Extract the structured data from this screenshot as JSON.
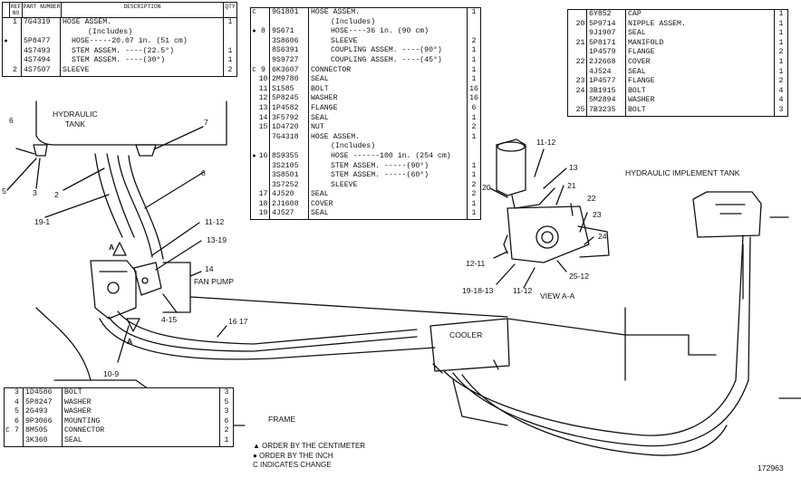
{
  "table_main": {
    "headers": {
      "ref": "REF NO",
      "part": "PART NUMBER",
      "desc": "DESCRIPTION",
      "qty": "QTY"
    },
    "rows": [
      {
        "mark": "",
        "ref": "1",
        "part": "7G4319",
        "desc": "HOSE ASSEM.",
        "qty": "1"
      },
      {
        "mark": "",
        "ref": "",
        "part": "",
        "desc": "(Includes)",
        "qty": ""
      },
      {
        "mark": "●",
        "ref": "",
        "part": "5P8477",
        "desc": "HOSE-----20.07 in. (51 cm)",
        "qty": ""
      },
      {
        "mark": "",
        "ref": "",
        "part": "4S7493",
        "desc": "STEM ASSEM. ----(22.5°)",
        "qty": "1"
      },
      {
        "mark": "",
        "ref": "",
        "part": "4S7494",
        "desc": "STEM ASSEM. ----(30°)",
        "qty": "1"
      },
      {
        "mark": "",
        "ref": "2",
        "part": "4S7507",
        "desc": "SLEEVE",
        "qty": "2"
      }
    ]
  },
  "table_center": {
    "rows": [
      {
        "mark": "C",
        "ref": "",
        "part": "9G1801",
        "desc": "HOSE ASSEM.",
        "qty": "1"
      },
      {
        "mark": "",
        "ref": "",
        "part": "",
        "desc": "(Includes)",
        "qty": ""
      },
      {
        "mark": "●",
        "ref": "8",
        "part": "9S671",
        "desc": "HOSE----36 in. (90 cm)",
        "qty": ""
      },
      {
        "mark": "",
        "ref": "",
        "part": "3S8606",
        "desc": "SLEEVE",
        "qty": "2"
      },
      {
        "mark": "",
        "ref": "",
        "part": "8S6391",
        "desc": "COUPLING ASSEM. ----(90°)",
        "qty": "1"
      },
      {
        "mark": "",
        "ref": "",
        "part": "9S9727",
        "desc": "COUPLING ASSEM. ----(45°)",
        "qty": "1"
      },
      {
        "mark": "C",
        "ref": "9",
        "part": "6K3607",
        "desc": "CONNECTOR",
        "qty": "1"
      },
      {
        "mark": "",
        "ref": "10",
        "part": "2M9780",
        "desc": "SEAL",
        "qty": "1"
      },
      {
        "mark": "",
        "ref": "11",
        "part": "S1585",
        "desc": "BOLT",
        "qty": "16"
      },
      {
        "mark": "",
        "ref": "12",
        "part": "5P8245",
        "desc": "WASHER",
        "qty": "16"
      },
      {
        "mark": "",
        "ref": "13",
        "part": "1P4582",
        "desc": "FLANGE",
        "qty": "6"
      },
      {
        "mark": "",
        "ref": "14",
        "part": "3F5792",
        "desc": "SEAL",
        "qty": "1"
      },
      {
        "mark": "",
        "ref": "15",
        "part": "1D4720",
        "desc": "NUT",
        "qty": "2"
      },
      {
        "mark": "",
        "ref": "",
        "part": "7G4318",
        "desc": "HOSE ASSEM.",
        "qty": "1"
      },
      {
        "mark": "",
        "ref": "",
        "part": "",
        "desc": "(Includes)",
        "qty": ""
      },
      {
        "mark": "●",
        "ref": "16",
        "part": "8S9355",
        "desc": "HOSE ------100 in. (254 cm)",
        "qty": ""
      },
      {
        "mark": "",
        "ref": "",
        "part": "3S2105",
        "desc": "STEM ASSEM. -----(90°)",
        "qty": "1"
      },
      {
        "mark": "",
        "ref": "",
        "part": "3S8501",
        "desc": "STEM ASSEM. -----(60°)",
        "qty": "1"
      },
      {
        "mark": "",
        "ref": "",
        "part": "3S7252",
        "desc": "SLEEVE",
        "qty": "2"
      },
      {
        "mark": "",
        "ref": "17",
        "part": "4J520",
        "desc": "SEAL",
        "qty": "2"
      },
      {
        "mark": "",
        "ref": "18",
        "part": "2J1608",
        "desc": "COVER",
        "qty": "1"
      },
      {
        "mark": "",
        "ref": "19",
        "part": "4J527",
        "desc": "SEAL",
        "qty": "1"
      }
    ]
  },
  "table_right": {
    "rows": [
      {
        "mark": "",
        "ref": "",
        "part": "6Y852",
        "desc": "CAP",
        "qty": "1"
      },
      {
        "mark": "",
        "ref": "20",
        "part": "5P9714",
        "desc": "NIPPLE ASSEM.",
        "qty": "1"
      },
      {
        "mark": "",
        "ref": "",
        "part": "9J1907",
        "desc": "SEAL",
        "qty": "1"
      },
      {
        "mark": "",
        "ref": "21",
        "part": "5P8171",
        "desc": "MANIFOLD",
        "qty": "1"
      },
      {
        "mark": "",
        "ref": "",
        "part": "1P4579",
        "desc": "FLANGE",
        "qty": "2"
      },
      {
        "mark": "",
        "ref": "22",
        "part": "2J2668",
        "desc": "COVER",
        "qty": "1"
      },
      {
        "mark": "",
        "ref": "",
        "part": "4J524",
        "desc": "SEAL",
        "qty": "1"
      },
      {
        "mark": "",
        "ref": "23",
        "part": "1P4577",
        "desc": "FLANGE",
        "qty": "2"
      },
      {
        "mark": "",
        "ref": "24",
        "part": "3B1915",
        "desc": "BOLT",
        "qty": "4"
      },
      {
        "mark": "",
        "ref": "",
        "part": "5M2894",
        "desc": "WASHER",
        "qty": "4"
      },
      {
        "mark": "",
        "ref": "25",
        "part": "7B3235",
        "desc": "BOLT",
        "qty": "3"
      }
    ]
  },
  "table_bottom": {
    "rows": [
      {
        "mark": "",
        "ref": "3",
        "part": "1D4586",
        "desc": "BOLT",
        "qty": "3"
      },
      {
        "mark": "",
        "ref": "4",
        "part": "5P8247",
        "desc": "WASHER",
        "qty": "5"
      },
      {
        "mark": "",
        "ref": "5",
        "part": "2G493",
        "desc": "WASHER",
        "qty": "3"
      },
      {
        "mark": "",
        "ref": "6",
        "part": "9P3066",
        "desc": "MOUNTING",
        "qty": "6"
      },
      {
        "mark": "C",
        "ref": "7",
        "part": "8M505",
        "desc": "CONNECTOR",
        "qty": "2"
      },
      {
        "mark": "",
        "ref": "",
        "part": "3K360",
        "desc": "SEAL",
        "qty": "1"
      }
    ]
  },
  "labels": {
    "hydraulic_tank": "HYDRAULIC\nTANK",
    "hydraulic_implement_tank": "HYDRAULIC IMPLEMENT TANK",
    "fan_pump": "FAN PUMP",
    "cooler": "COOLER",
    "frame": "FRAME",
    "view": "VIEW A-A",
    "drawing_number": "172963",
    "section_a": "A"
  },
  "callouts": {
    "n6": "6",
    "n7": "7",
    "n5": "5",
    "n3": "3",
    "n2": "2",
    "n8": "8",
    "n19_1": "19-1",
    "n11_12a": "11-12",
    "n13_19": "13-19",
    "n14": "14",
    "n4_15": "4-15",
    "n16_17": "16 17",
    "n10_9": "10-9",
    "n11_12b": "11-12",
    "n13": "13",
    "n20": "20",
    "n21": "21",
    "n22": "22",
    "n23": "23",
    "n24": "24",
    "n12_11": "12-11",
    "n19_18_13": "19-18-13",
    "n11_12c": "11-12",
    "n25_12": "25-12"
  },
  "legend": {
    "l1": "▲ ORDER BY THE CENTIMETER",
    "l2": "● ORDER BY THE INCH",
    "l3": "C  INDICATES CHANGE"
  }
}
